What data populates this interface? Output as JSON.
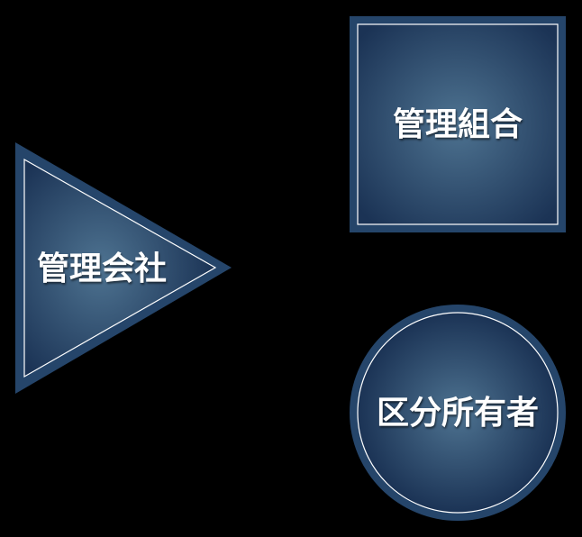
{
  "diagram": {
    "background": "#000000",
    "colors": {
      "frame": "#25456a",
      "gradient_center": "#4e7391",
      "gradient_edge": "#1b3355",
      "inner_line": "#ffffff",
      "text": "#ffffff"
    },
    "nodes": [
      {
        "id": "management-association",
        "shape": "square",
        "label": "管理組合"
      },
      {
        "id": "management-company",
        "shape": "triangle",
        "label": "管理会社"
      },
      {
        "id": "unit-owners",
        "shape": "circle",
        "label": "区分所有者"
      }
    ]
  }
}
